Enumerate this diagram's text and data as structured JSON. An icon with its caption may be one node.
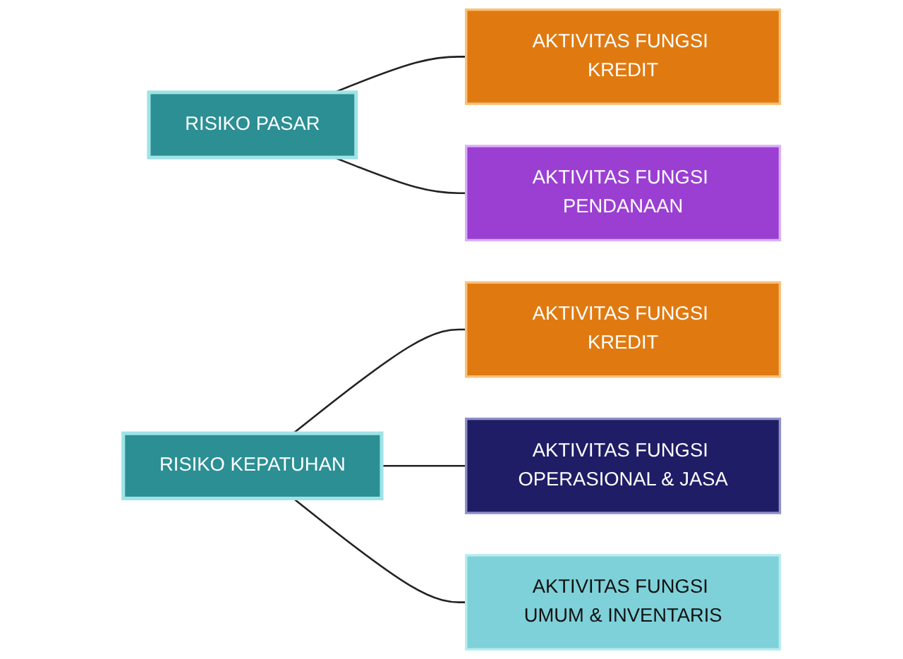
{
  "diagram": {
    "nodes": [
      {
        "text": [
          "RISIKO PASAR"
        ]
      },
      {
        "text": [
          "AKTIVITAS FUNGSI KREDIT"
        ]
      },
      {
        "text": [
          "AKTIVITAS FUNGSI PENDANAAN"
        ]
      },
      {
        "text": [
          "RISIKO KEPATUHAN"
        ]
      },
      {
        "text": [
          "AKTIVITAS FUNGSI KREDIT"
        ]
      },
      {
        "text": [
          "AKTIVITAS FUNGSI OPERASIONAL & JASA"
        ]
      },
      {
        "text": [
          "AKTIVITAS FUNGSI UMUM & INVENTARIS"
        ]
      }
    ],
    "edges": [
      {
        "from": 0,
        "to": 1,
        "arrow": "none"
      },
      {
        "from": 0,
        "to": 2,
        "arrow": "none"
      },
      {
        "from": 3,
        "to": 4,
        "arrow": "none"
      },
      {
        "from": 3,
        "to": 5,
        "arrow": "none"
      },
      {
        "from": 3,
        "to": 6,
        "arrow": "none"
      }
    ]
  }
}
